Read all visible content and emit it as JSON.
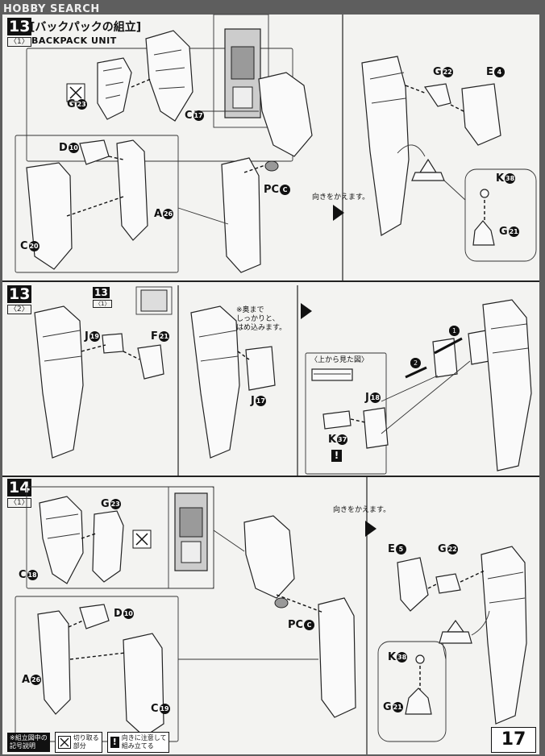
{
  "watermark": {
    "text": "HOBBY SEARCH"
  },
  "step13a": {
    "number": "13",
    "sub": "〈1〉",
    "title_jp": "[バックパックの組立]",
    "title_en": "BACKPACK UNIT",
    "labels": {
      "g23": "G",
      "c17": "C",
      "d10": "D",
      "a26": "A",
      "c20": "C",
      "pcc": "PC",
      "g22": "G",
      "e4": "E",
      "k38": "K",
      "g21": "G"
    },
    "nums": {
      "g23": "23",
      "c17": "17",
      "d10": "10",
      "a26": "26",
      "c20": "20",
      "pcc": "C",
      "g22": "22",
      "e4": "4",
      "k38": "38",
      "g21": "21"
    },
    "turn_note": "向きをかえます。"
  },
  "step13b": {
    "number": "13",
    "sub": "〈2〉",
    "ref_number": "13",
    "ref_sub": "〈1〉",
    "labels": {
      "j19": "J",
      "f21": "F",
      "j17": "J",
      "j18": "J",
      "k37": "K"
    },
    "nums": {
      "j19": "19",
      "f21": "21",
      "j17": "17",
      "j18": "18",
      "k37": "37",
      "step1": "1",
      "step2": "2"
    },
    "note": [
      "※奥まで",
      "しっかりと、",
      "はめ込みます。"
    ],
    "top_view": "〈上から見た図〉"
  },
  "step14": {
    "number": "14",
    "sub": "〈1〉",
    "labels": {
      "g23": "G",
      "c18": "C",
      "d10": "D",
      "a26": "A",
      "c19": "C",
      "pcc": "PC",
      "e5": "E",
      "g22": "G",
      "k38": "K",
      "g21": "G"
    },
    "nums": {
      "g23": "23",
      "c18": "18",
      "d10": "10",
      "a26": "26",
      "c19": "19",
      "pcc": "C",
      "e5": "5",
      "g22": "22",
      "k38": "38",
      "g21": "21"
    },
    "turn_note": "向きをかえます。"
  },
  "legend": {
    "heading": [
      "※組立図中の",
      "記号説明"
    ],
    "cut": [
      "切り取る",
      "部分"
    ],
    "warn": [
      "向きに注意して",
      "組み立てる"
    ],
    "warn_mark": "!"
  },
  "page_number": "17"
}
